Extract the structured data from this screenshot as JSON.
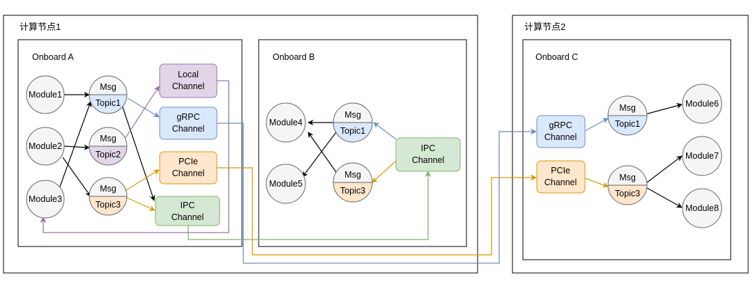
{
  "nodes": [
    {
      "title": "计算节点1"
    },
    {
      "title": "计算节点2"
    }
  ],
  "onboards": {
    "a": "Onboard A",
    "b": "Onboard B",
    "c": "Onboard C"
  },
  "modules": {
    "m1": "Module1",
    "m2": "Module2",
    "m3": "Module3",
    "m4": "Module4",
    "m5": "Module5",
    "m6": "Module6",
    "m7": "Module7",
    "m8": "Module8"
  },
  "messages": {
    "msg_label": "Msg",
    "topic1": "Topic1",
    "topic2": "Topic2",
    "topic3": "Topic3"
  },
  "channels": {
    "local_1": "Local",
    "grpc_1": "gRPC",
    "pcie_1": "PCIe",
    "ipc_1": "IPC",
    "channel": "Channel"
  },
  "colors": {
    "local": {
      "fill": "#e1d5e7",
      "stroke": "#9673a6"
    },
    "grpc": {
      "fill": "#dae8fc",
      "stroke": "#6c8ebf"
    },
    "pcie": {
      "fill": "#ffe6cc",
      "stroke": "#d79b00"
    },
    "ipc": {
      "fill": "#d5e8d4",
      "stroke": "#82b366"
    },
    "module": {
      "fill": "#f5f5f5",
      "stroke": "#666666"
    }
  }
}
